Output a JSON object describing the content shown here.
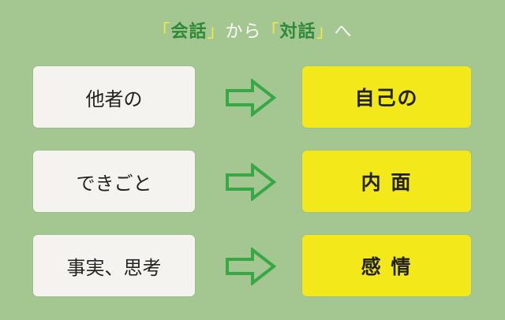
{
  "title": {
    "bracket_open_1": "「",
    "word_1": "会話",
    "bracket_close_1": "」",
    "mid": "から",
    "bracket_open_2": "「",
    "word_2": "対話",
    "bracket_close_2": "」",
    "end": "へ"
  },
  "rows": [
    {
      "from": "他者の",
      "to": "自己の"
    },
    {
      "from": "できごと",
      "to": "内 面"
    },
    {
      "from": "事実、思考",
      "to": "感 情"
    }
  ],
  "colors": {
    "background": "#a4c690",
    "source_box": "#f4f3f0",
    "target_box": "#f3e81a",
    "arrow": "#38a847",
    "keyword": "#2e8a3a"
  },
  "icons": {
    "arrow": "hollow-right-arrow-icon"
  }
}
